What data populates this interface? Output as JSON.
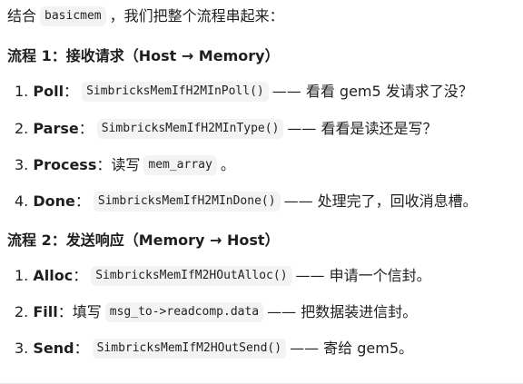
{
  "intro": {
    "prefix": "结合",
    "code": "basicmem",
    "suffix": "，我们把整个流程串起来："
  },
  "section1": {
    "title": "流程 1：接收请求（Host → Memory）",
    "items": [
      {
        "num": "1.",
        "label": "Poll",
        "sep": "：",
        "code": "SimbricksMemIfH2MInPoll()",
        "text": "—— 看看 gem5 发请求了没？"
      },
      {
        "num": "2.",
        "label": "Parse",
        "sep": "：",
        "code": "SimbricksMemIfH2MInType()",
        "text": "—— 看看是读还是写？"
      },
      {
        "num": "3.",
        "label": "Process",
        "sep": "：读写",
        "code": "mem_array",
        "text": "。"
      },
      {
        "num": "4.",
        "label": "Done",
        "sep": "：",
        "code": "SimbricksMemIfH2MInDone()",
        "text": "—— 处理完了，回收消息槽。"
      }
    ]
  },
  "section2": {
    "title": "流程 2：发送响应（Memory → Host）",
    "items": [
      {
        "num": "1.",
        "label": "Alloc",
        "sep": "：",
        "code": "SimbricksMemIfM2HOutAlloc()",
        "text": "—— 申请一个信封。"
      },
      {
        "num": "2.",
        "label": "Fill",
        "sep": "：填写",
        "code": "msg_to->readcomp.data",
        "text": "—— 把数据装进信封。"
      },
      {
        "num": "3.",
        "label": "Send",
        "sep": "：",
        "code": "SimbricksMemIfM2HOutSend()",
        "text": "—— 寄给 gem5。"
      }
    ]
  }
}
